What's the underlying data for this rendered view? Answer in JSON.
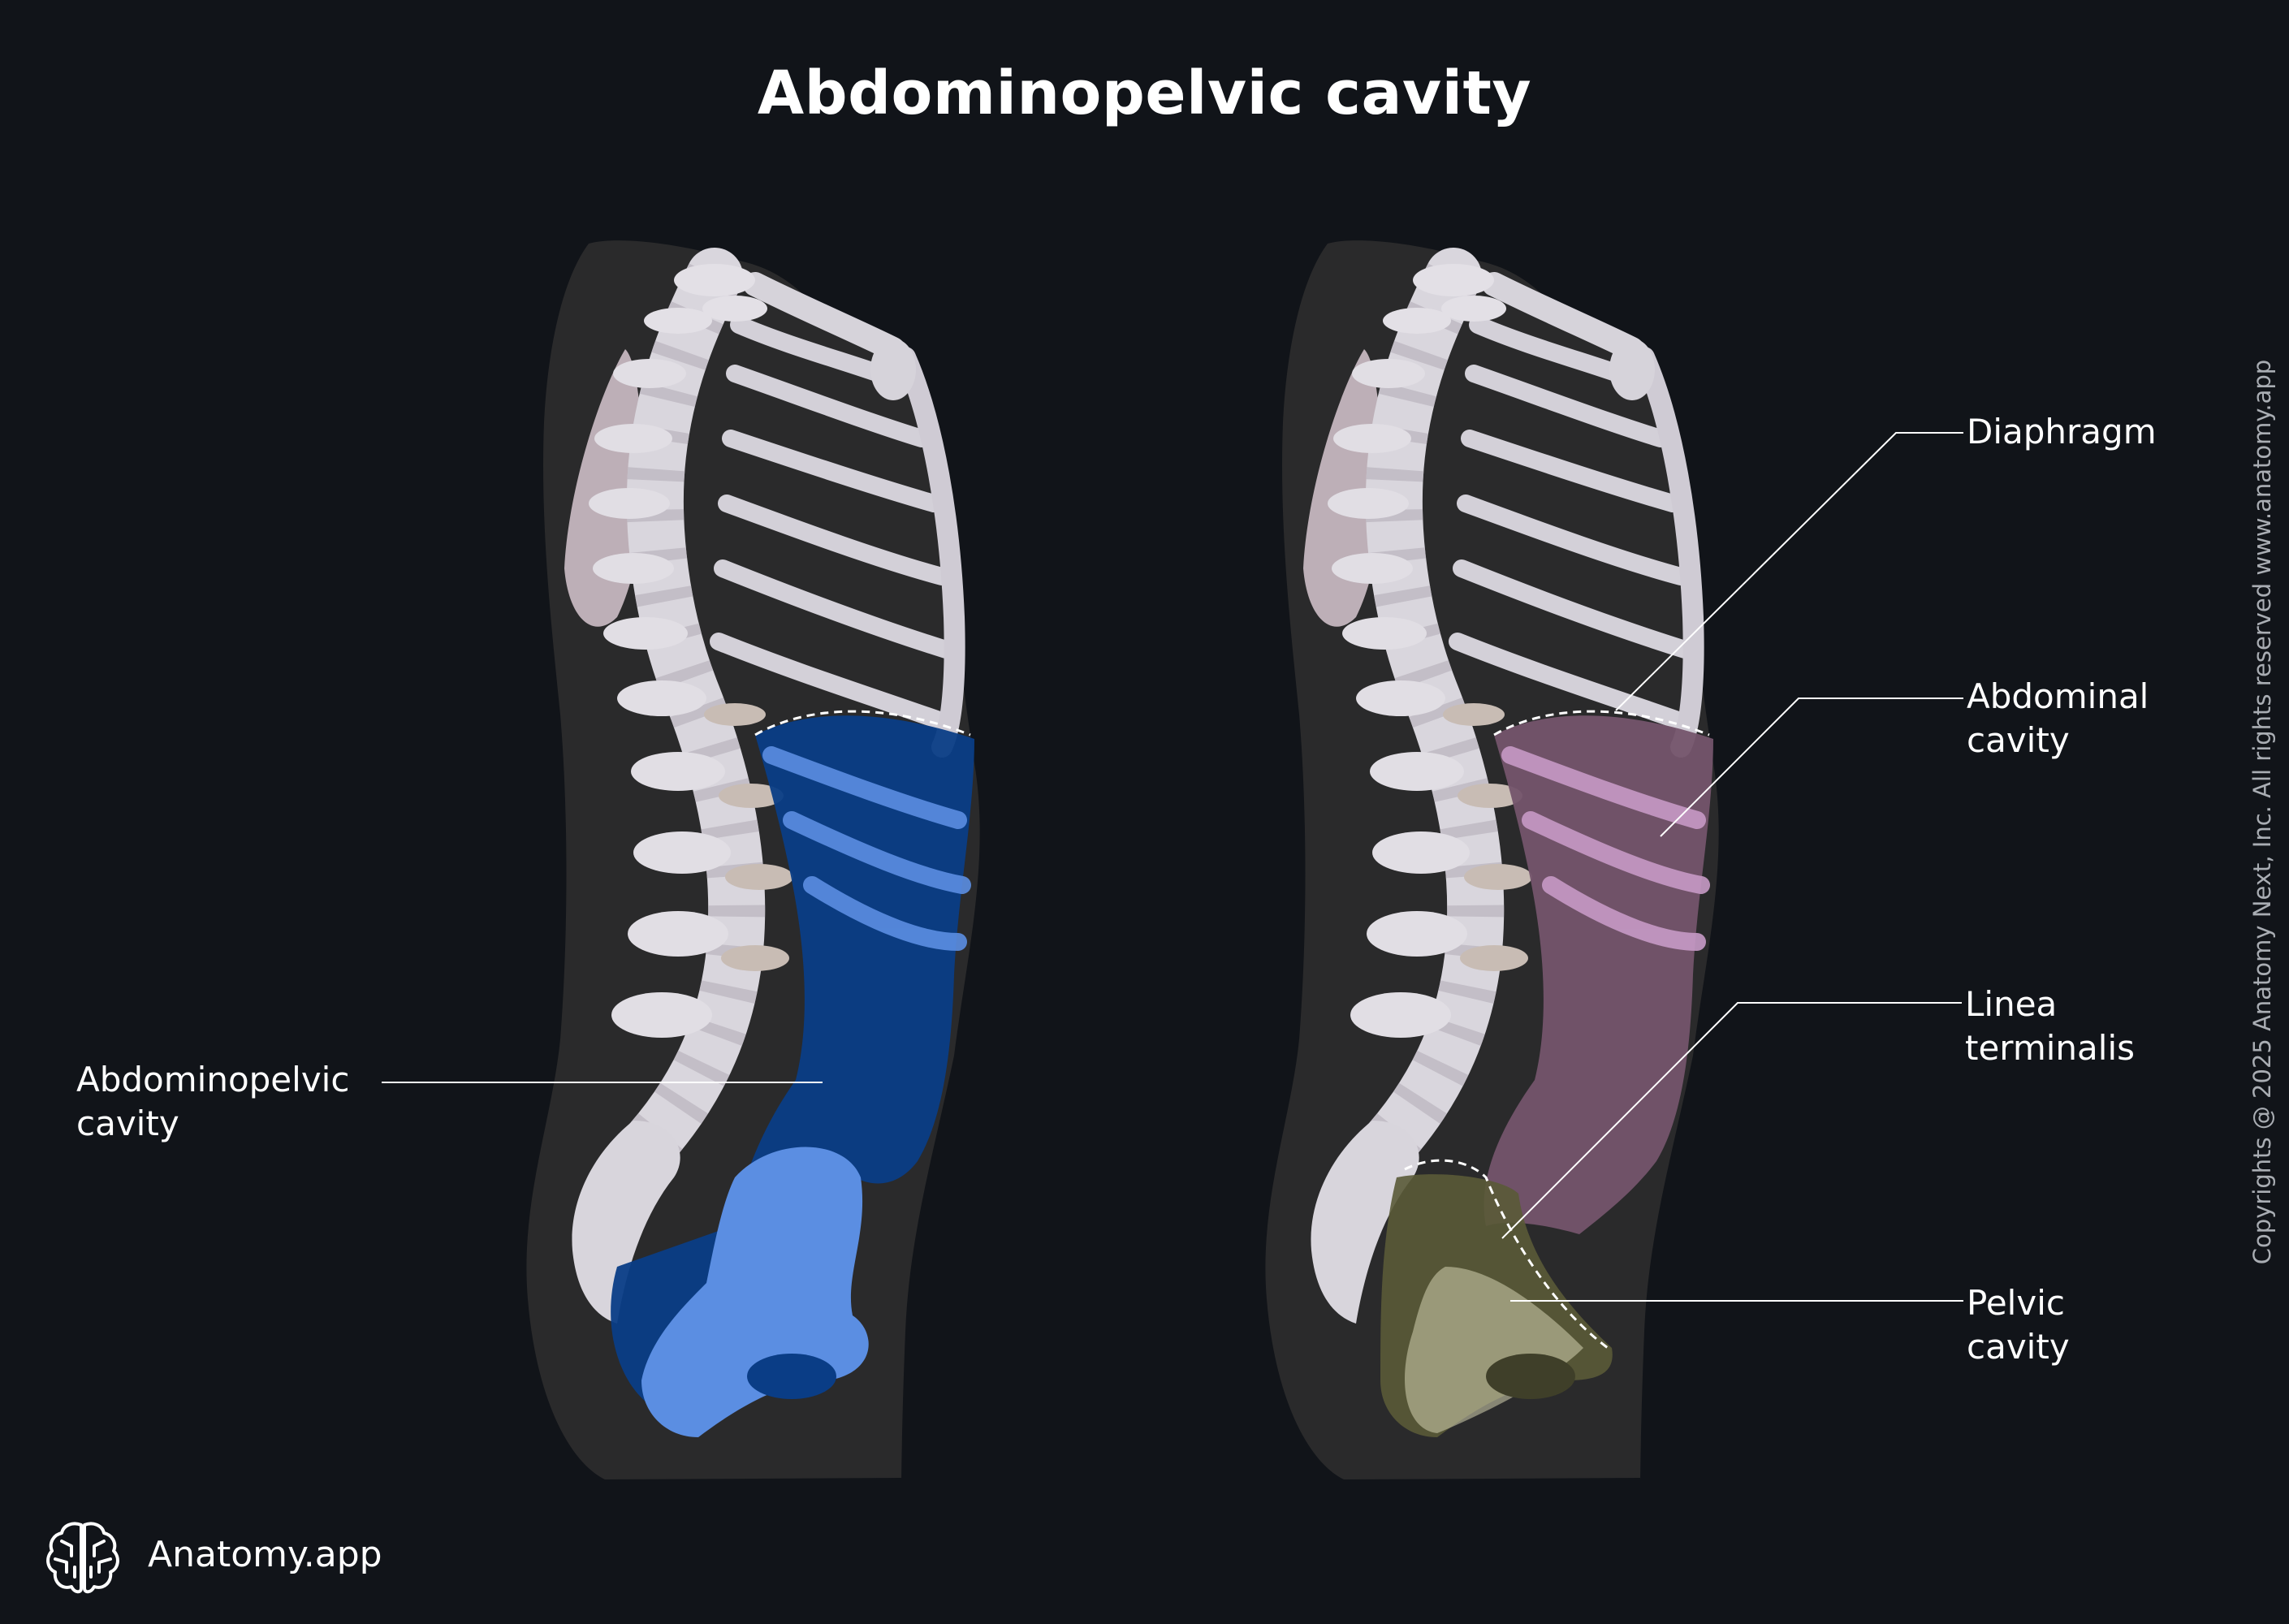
{
  "title": "Abdominopelvic cavity",
  "labels": {
    "abdominopelvic": "Abdominopelvic\ncavity",
    "diaphragm": "Diaphragm",
    "abdominal": "Abdominal\ncavity",
    "linea": "Linea\nterminalis",
    "pelvic": "Pelvic\ncavity"
  },
  "copyright": "Copyrights @ 2025 Anatomy Next, Inc. All rights reserved www.anatomy.app",
  "brand": "Anatomy.app",
  "colors": {
    "background": "#111419",
    "silhouette": "#2a2a2b",
    "bone": "#d9d6dd",
    "abdominopelvic_fill": "#0a3d86",
    "abdominopelvic_bone_tint": "#5b8ee2",
    "abdominal_fill": "#74546c",
    "abdominal_bone_tint": "#c79ac6",
    "pelvic_fill": "#5a5a37",
    "pelvic_bone_tint": "#d4d2b0",
    "leader_line": "#ffffff"
  }
}
